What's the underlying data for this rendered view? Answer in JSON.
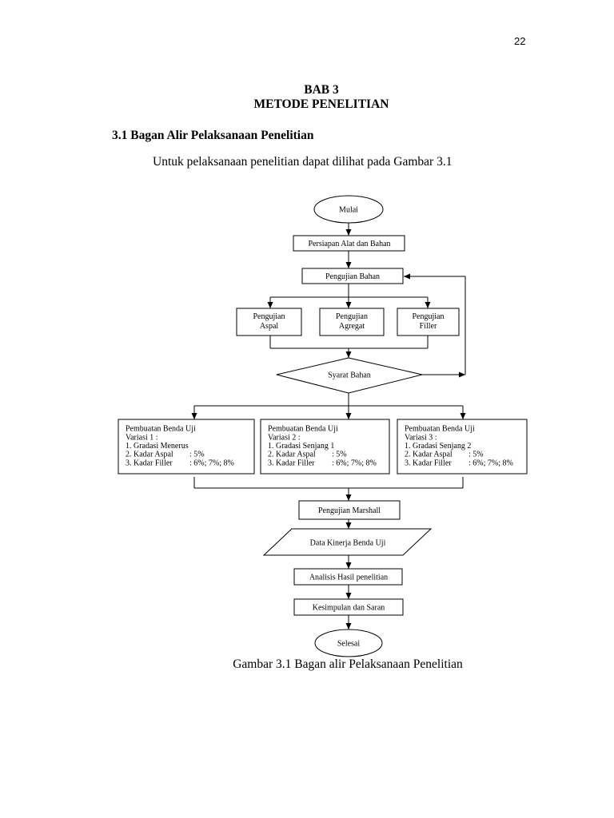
{
  "page_number": "22",
  "chapter": {
    "number": "BAB 3",
    "title": "METODE PENELITIAN"
  },
  "section": {
    "heading": "3.1 Bagan Alir Pelaksanaan Penelitian",
    "paragraph": "Untuk pelaksanaan penelitian dapat dilihat pada Gambar 3.1"
  },
  "flowchart": {
    "start": "Mulai",
    "preparation": "Persiapan Alat dan Bahan",
    "material_test": "Pengujian Bahan",
    "tests": [
      {
        "line1": "Pengujian",
        "line2": "Aspal"
      },
      {
        "line1": "Pengujian",
        "line2": "Agregat"
      },
      {
        "line1": "Pengujian",
        "line2": "Filler"
      }
    ],
    "decision": "Syarat Bahan",
    "variations": [
      {
        "title": "Pembuatan Benda Uji",
        "subtitle": "Variasi 1 :",
        "gradasi": "1. Gradasi Menerus",
        "kadar_aspal": "2. Kadar Aspal",
        "kadar_aspal_value": ": 5%",
        "kadar_filler": "3. Kadar Filler",
        "kadar_filler_value": ": 6%; 7%; 8%"
      },
      {
        "title": "Pembuatan Benda Uji",
        "subtitle": "Variasi 2 :",
        "gradasi": "1. Gradasi Senjang 1",
        "kadar_aspal": "2. Kadar Aspal",
        "kadar_aspal_value": ": 5%",
        "kadar_filler": "3. Kadar Filler",
        "kadar_filler_value": ": 6%; 7%; 8%"
      },
      {
        "title": "Pembuatan Benda Uji",
        "subtitle": "Variasi 3 :",
        "gradasi": "1. Gradasi Senjang 2",
        "kadar_aspal": "2. Kadar Aspal",
        "kadar_aspal_value": ": 5%",
        "kadar_filler": "3. Kadar Filler",
        "kadar_filler_value": ": 6%; 7%; 8%"
      }
    ],
    "marshall_test": "Pengujian Marshall",
    "data": "Data Kinerja Benda Uji",
    "analysis": "Analisis Hasil penelitian",
    "conclusion": "Kesimpulan dan Saran",
    "end": "Selesai"
  },
  "caption": "Gambar 3.1 Bagan alir Pelaksanaan Penelitian"
}
